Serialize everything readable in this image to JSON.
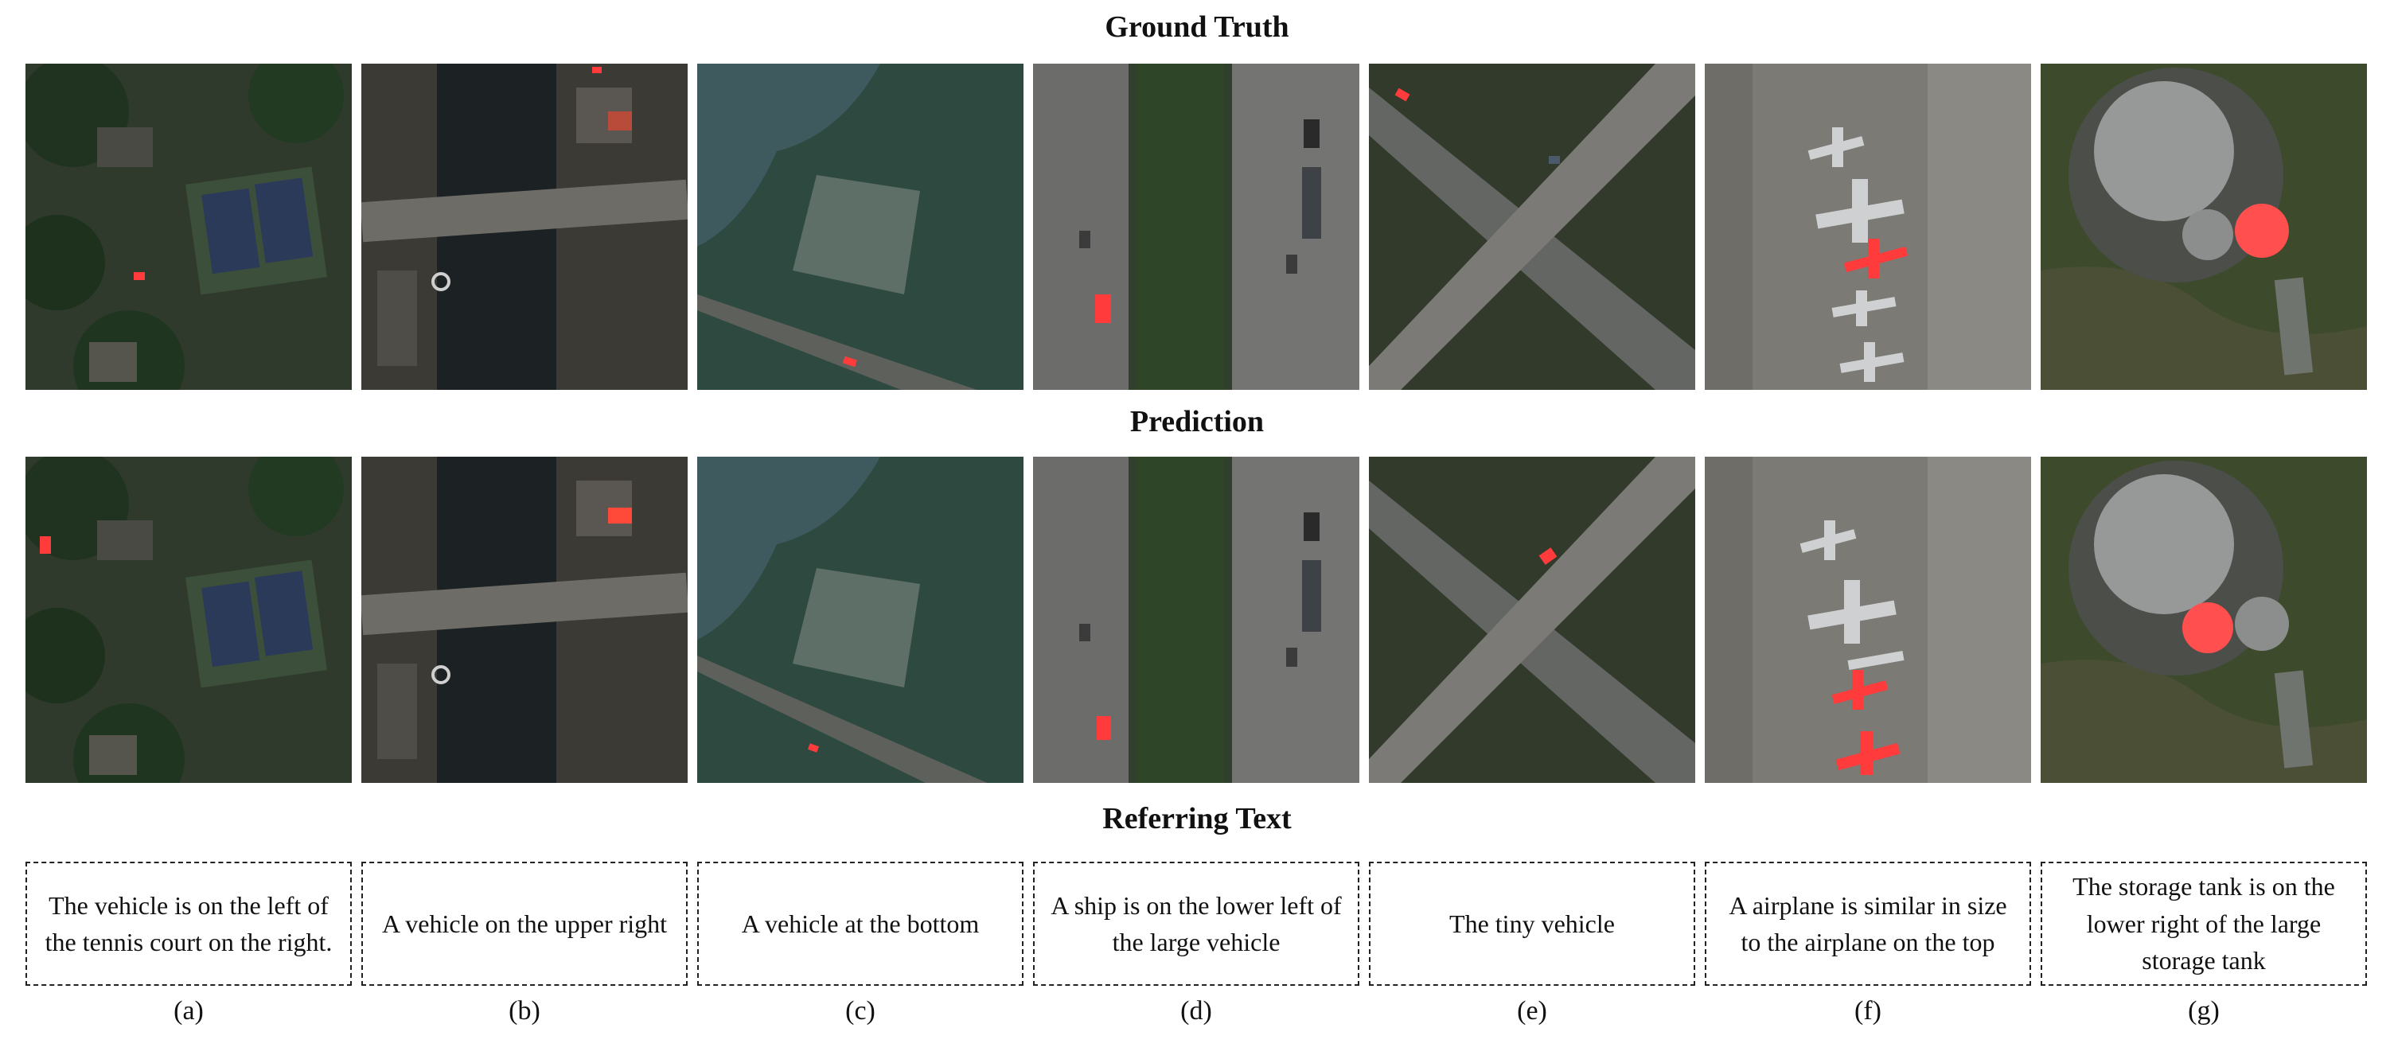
{
  "sections": {
    "ground_truth": "Ground Truth",
    "prediction": "Prediction",
    "referring_text": "Referring Text"
  },
  "panels": [
    {
      "label": "(a)",
      "text": "The vehicle is on the left of the tennis court on the right."
    },
    {
      "label": "(b)",
      "text": "A vehicle on the upper right"
    },
    {
      "label": "(c)",
      "text": "A vehicle at the bottom"
    },
    {
      "label": "(d)",
      "text": "A ship is on the lower left of the large vehicle"
    },
    {
      "label": "(e)",
      "text": "The tiny vehicle"
    },
    {
      "label": "(f)",
      "text": "A airplane is similar in size to the airplane on the top"
    },
    {
      "label": "(g)",
      "text": "The storage tank is on the lower right of the large storage tank"
    }
  ],
  "colors": {
    "mask": "#ff3b3b",
    "border": "#222222"
  }
}
